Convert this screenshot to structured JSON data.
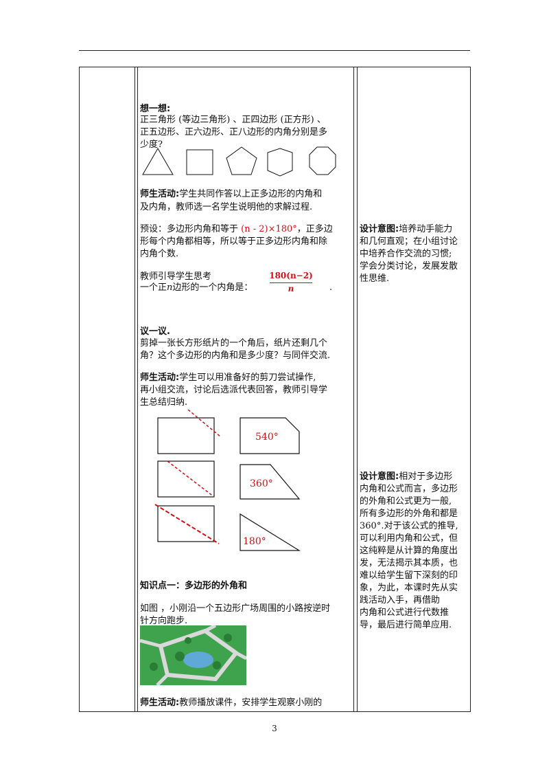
{
  "page_number": "3",
  "think": {
    "title": "想一想:",
    "line1": "正三角形 (等边三角形) 、正四边形 (正方形) 、",
    "line2": "正五边形、正六边形、正八边形的内角分别是多",
    "line3": "少度?"
  },
  "activity1": {
    "label": "师生活动:",
    "line1": "学生共同作答以上正多边形的内角和",
    "line2": "及内角，教师选一名学生说明他的求解过程."
  },
  "preset": {
    "line1_a": "预设：多边形内角和等于 ",
    "formula": "(n - 2)×180°",
    "line1_b": "，正多边",
    "line2": "形每个内角都相等，所以等于正多边形内角和除",
    "line3": "内角个数."
  },
  "guide": {
    "line1": "教师引导学生思考",
    "line2_a": "一个正",
    "n": "n",
    "line2_b": "边形的一个内角是：",
    "frac_num": "180(n−2)",
    "frac_den": "n",
    "dot": "."
  },
  "discuss": {
    "title": "议一议.",
    "line1": "剪掉一张长方形纸片的一个角后，纸片还剩几个",
    "line2": "角？这个多边形的内角和是多少度？与同伴交流."
  },
  "activity2": {
    "label": "师生活动:",
    "line1": "学生可以用准备好的剪刀尝试操作,",
    "line2": "再小组交流，讨论后选派代表回答，教师引导学",
    "line3": "生总结归纳."
  },
  "figure_labels": {
    "a": "540°",
    "b": "360°",
    "c": "180°"
  },
  "knowledge": {
    "title": "知识点一：多边形的外角和",
    "line1": "如图 ，小刚沿一个五边形广场周围的小路按逆时",
    "line2": "针方向跑步."
  },
  "activity3": {
    "label": "师生活动:",
    "line1": "教师播放课件，安排学生观察小刚的"
  },
  "design1": {
    "label": "设计意图:",
    "line1": "培养动手能力",
    "line2": "和几何直观；在小组讨论",
    "line3": "中培养合作交流的习惯;",
    "line4": "学会分类讨论，发展发散",
    "line5": "性思维."
  },
  "design2": {
    "label": "设计意图:",
    "line1": "相对于多边形",
    "line2": "内角和公式而言，多边形",
    "line3": "的外角和公式更为一般,",
    "line4": "所有多边形的外角和都是",
    "line5": "360°.对于该公式的推导,",
    "line6": "可以利用内角和公式，但",
    "line7": "这纯粹是从计算的角度出",
    "line8": "发，无法揭示其本质，也",
    "line9": "难以给学生留下深刻的印",
    "line10": "象，为此，本课时先从实",
    "line11": "践活动入手，再借助",
    "line12": "内角和公式进行代数推",
    "line13": "导，最后进行简单应用."
  },
  "colors": {
    "accent_red": "#d01010",
    "map_green": "#3fa34d"
  }
}
